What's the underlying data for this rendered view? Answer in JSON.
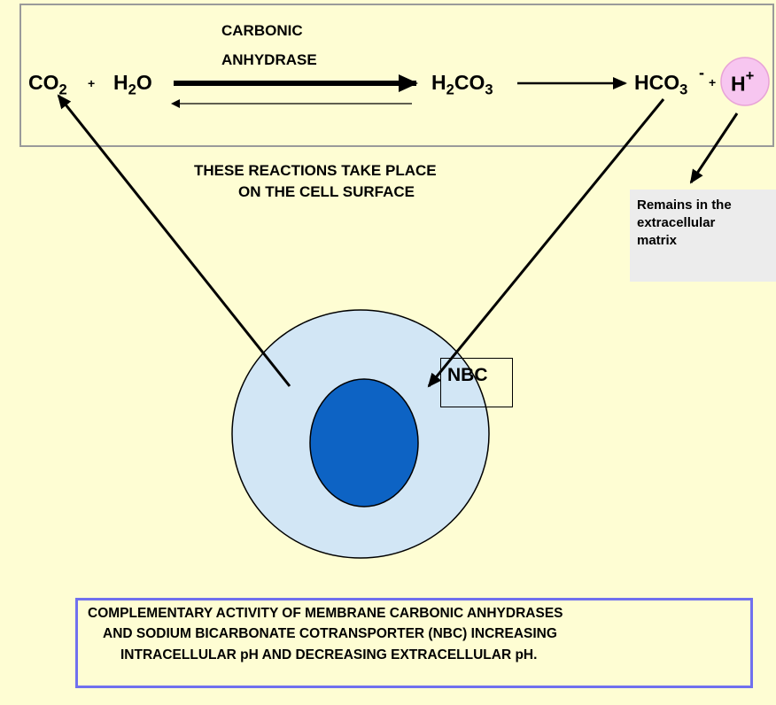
{
  "reaction": {
    "co2": "CO",
    "co2_sub": "2",
    "plus_1": "+",
    "h2o_h": "H",
    "h2o_sub": "2",
    "h2o_o": "O",
    "enzyme_line1": "CARBONIC",
    "enzyme_line2": "ANHYDRASE",
    "h2co3_h": "H",
    "h2co3_sub": "2",
    "h2co3_rest": "CO",
    "h2co3_sub2": "3",
    "hco3": "HCO",
    "hco3_sub": "3",
    "hco3_charge": "-",
    "plus_2": "+",
    "proton": "H",
    "proton_charge": "+"
  },
  "surface_note": {
    "line1": "THESE REACTIONS TAKE PLACE",
    "line2": "ON THE CELL SURFACE"
  },
  "matrix_note": {
    "line1": "Remains in the",
    "line2": "extracellular",
    "line3": "matrix"
  },
  "transporter_label": "NBC",
  "caption": {
    "line1": "COMPLEMENTARY ACTIVITY OF MEMBRANE CARBONIC ANHYDRASES",
    "line2": "AND SODIUM BICARBONATE COTRANSPORTER (NBC) INCREASING",
    "line3": "INTRACELLULAR pH AND DECREASING EXTRACELLULAR pH."
  },
  "colors": {
    "background": "#fefdd3",
    "cell": "#d2e6f5",
    "nucleus": "#0d63c4",
    "proton_circle": "#f7c6f0",
    "caption_border": "#7070ee"
  }
}
